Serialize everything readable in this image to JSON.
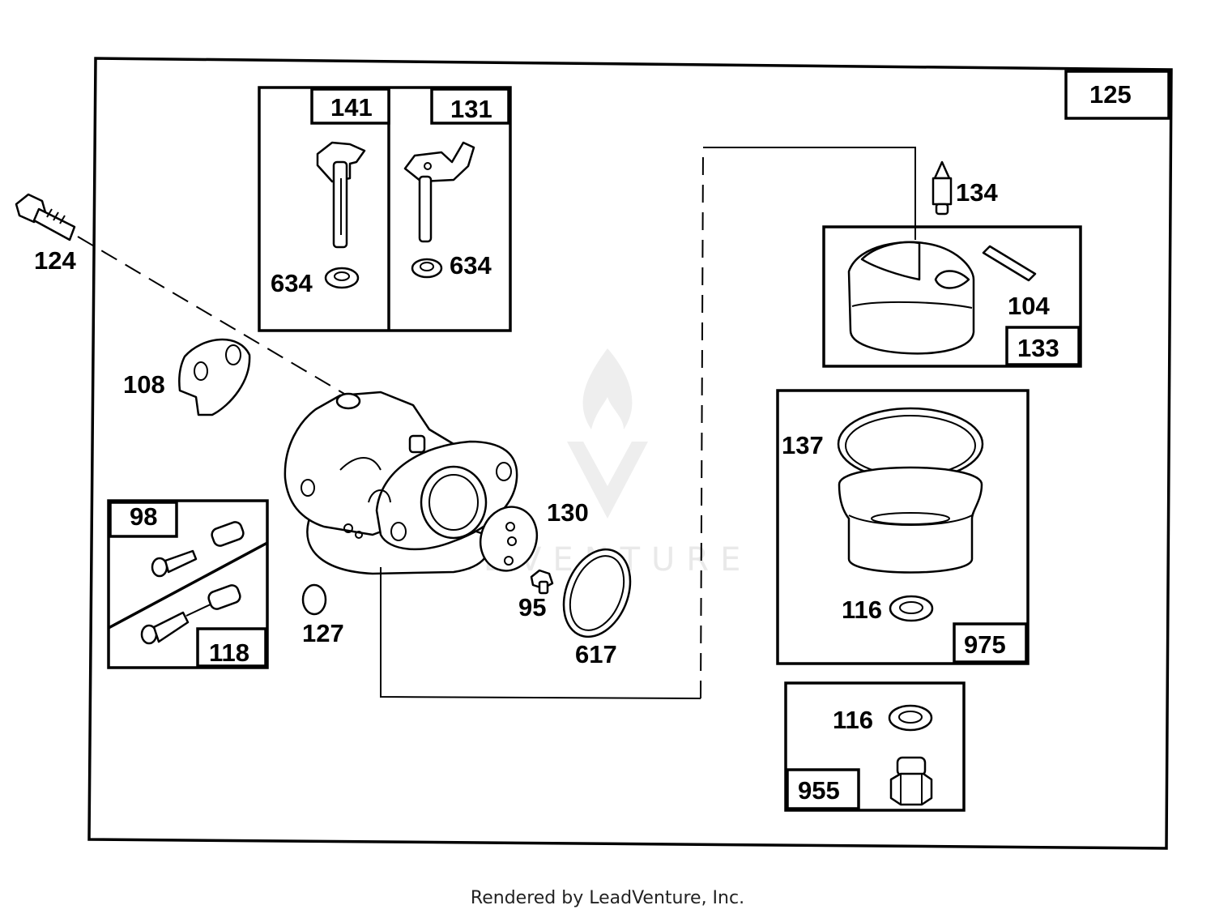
{
  "diagram": {
    "labels": {
      "l125": "125",
      "l141": "141",
      "l131": "131",
      "l634a": "634",
      "l634b": "634",
      "l124": "124",
      "l108": "108",
      "l98": "98",
      "l118": "118",
      "l127": "127",
      "l130": "130",
      "l95": "95",
      "l617": "617",
      "l134": "134",
      "l104": "104",
      "l133": "133",
      "l137": "137",
      "l116a": "116",
      "l975": "975",
      "l116b": "116",
      "l955": "955"
    },
    "watermark": "LEADVENTURE"
  },
  "footer": {
    "text": "Rendered by LeadVenture, Inc."
  }
}
